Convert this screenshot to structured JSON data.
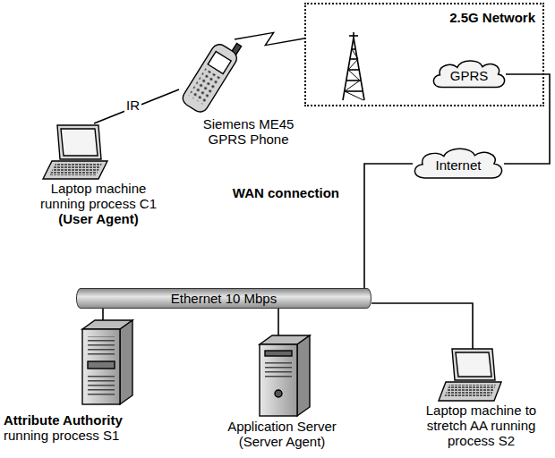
{
  "diagram": {
    "nodes": [
      {
        "text": [
          "2.5G Network"
        ]
      },
      {
        "text": [
          "GPRS"
        ],
        "in": 0
      },
      {
        "text": [
          "Siemens ME45 GPRS Phone"
        ]
      },
      {
        "text": [
          "Laptop machine running process C1",
          "(User Agent)"
        ]
      },
      {
        "text": [
          "Internet"
        ]
      },
      {
        "text": [
          "Ethernet 10 Mbps"
        ]
      },
      {
        "text": [
          "Attribute Authority",
          "running process S1"
        ]
      },
      {
        "text": [
          "Application Server (Server Agent)"
        ]
      },
      {
        "text": [
          "Laptop machine to stretch AA running process S2"
        ]
      }
    ],
    "edges": [
      {
        "from": 3,
        "to": 2,
        "label": "IR",
        "arrow": "none"
      },
      {
        "from": 2,
        "to": 0,
        "arrow": "none"
      },
      {
        "from": 1,
        "to": 4,
        "arrow": "none"
      },
      {
        "from": 4,
        "to": 5,
        "label": "WAN connection",
        "arrow": "none"
      },
      {
        "from": 5,
        "to": 6,
        "arrow": "none"
      },
      {
        "from": 5,
        "to": 7,
        "arrow": "none"
      },
      {
        "from": 5,
        "to": 8,
        "arrow": "none"
      }
    ]
  }
}
